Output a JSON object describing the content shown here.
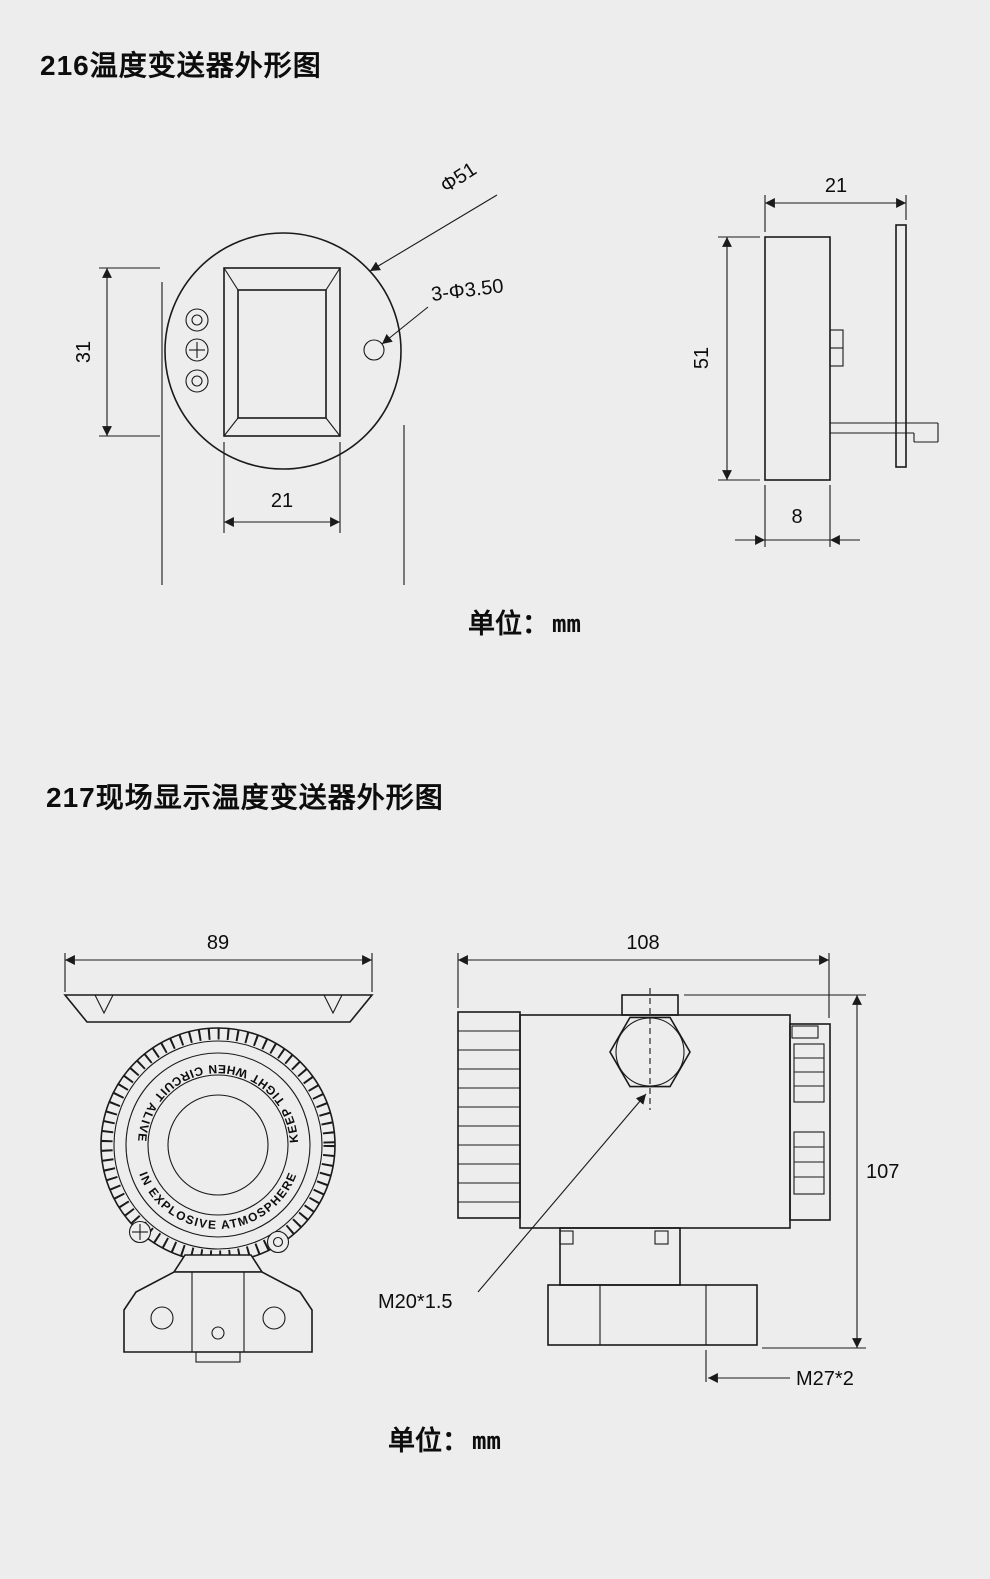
{
  "page": {
    "bg": "#ededed",
    "ink": "#1a1a1a"
  },
  "section216": {
    "title": "216温度变送器外形图",
    "unit": {
      "label": "单位：",
      "value": "mm"
    },
    "front": {
      "dim_diameter": "Φ51",
      "dim_holes": "3-Φ3.50",
      "dim_height": "31",
      "dim_width": "21"
    },
    "side": {
      "dim_depth": "21",
      "dim_height": "51",
      "dim_base": "8"
    }
  },
  "section217": {
    "title": "217现场显示温度变送器外形图",
    "unit": {
      "label": "单位：",
      "value": "mm"
    },
    "front": {
      "dim_width": "89",
      "ring_text_top": "KEEP TIGHT WHEN CIRCUIT ALIVE",
      "ring_text_bottom": "IN EXPLOSIVE ATMOSPHERE"
    },
    "side": {
      "dim_width": "108",
      "dim_height": "107",
      "thread_conduit": "M20*1.5",
      "thread_process": "M27*2"
    }
  }
}
